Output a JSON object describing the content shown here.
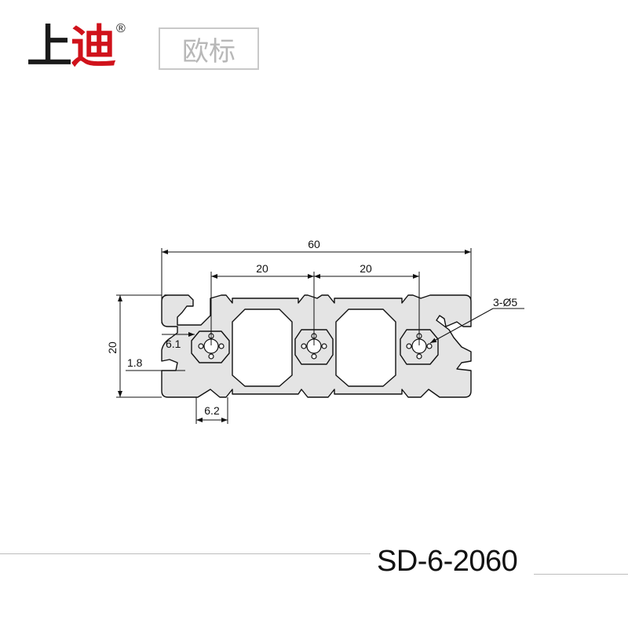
{
  "brand": {
    "name_part1": "上",
    "name_part2": "迪",
    "registered": "®",
    "standard_label": "欧标"
  },
  "dimensions": {
    "overall_width": "60",
    "pitch_left": "20",
    "pitch_right": "20",
    "height": "20",
    "slot_depth": "6.1",
    "wall": "1.8",
    "slot_width": "6.2",
    "holes": "3-Ø5"
  },
  "model": "SD-6-2060",
  "colors": {
    "profile_fill": "#e4e4e4",
    "outline": "#111111",
    "brand_accent": "#d0121b"
  }
}
